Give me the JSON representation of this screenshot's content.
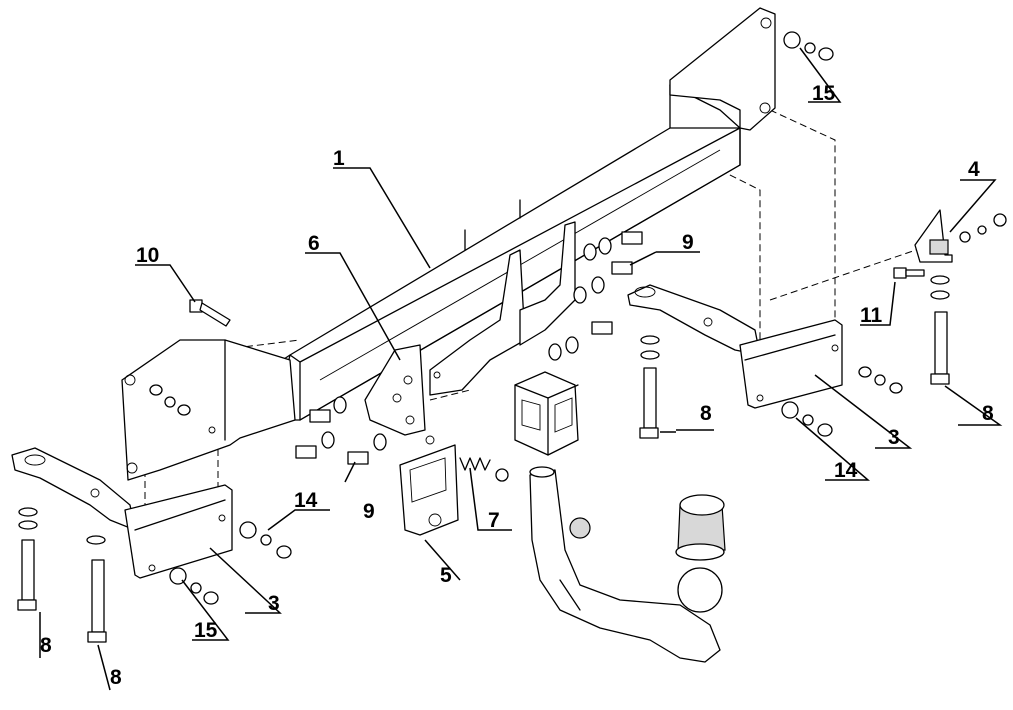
{
  "callouts": {
    "c1": "1",
    "c3a": "3",
    "c3b": "3",
    "c4": "4",
    "c5": "5",
    "c6": "6",
    "c7": "7",
    "c8a": "8",
    "c8b": "8",
    "c8c": "8",
    "c8d": "8",
    "c9a": "9",
    "c9b": "9",
    "c10": "10",
    "c11": "11",
    "c14a": "14",
    "c14b": "14",
    "c15a": "15",
    "c15b": "15"
  }
}
